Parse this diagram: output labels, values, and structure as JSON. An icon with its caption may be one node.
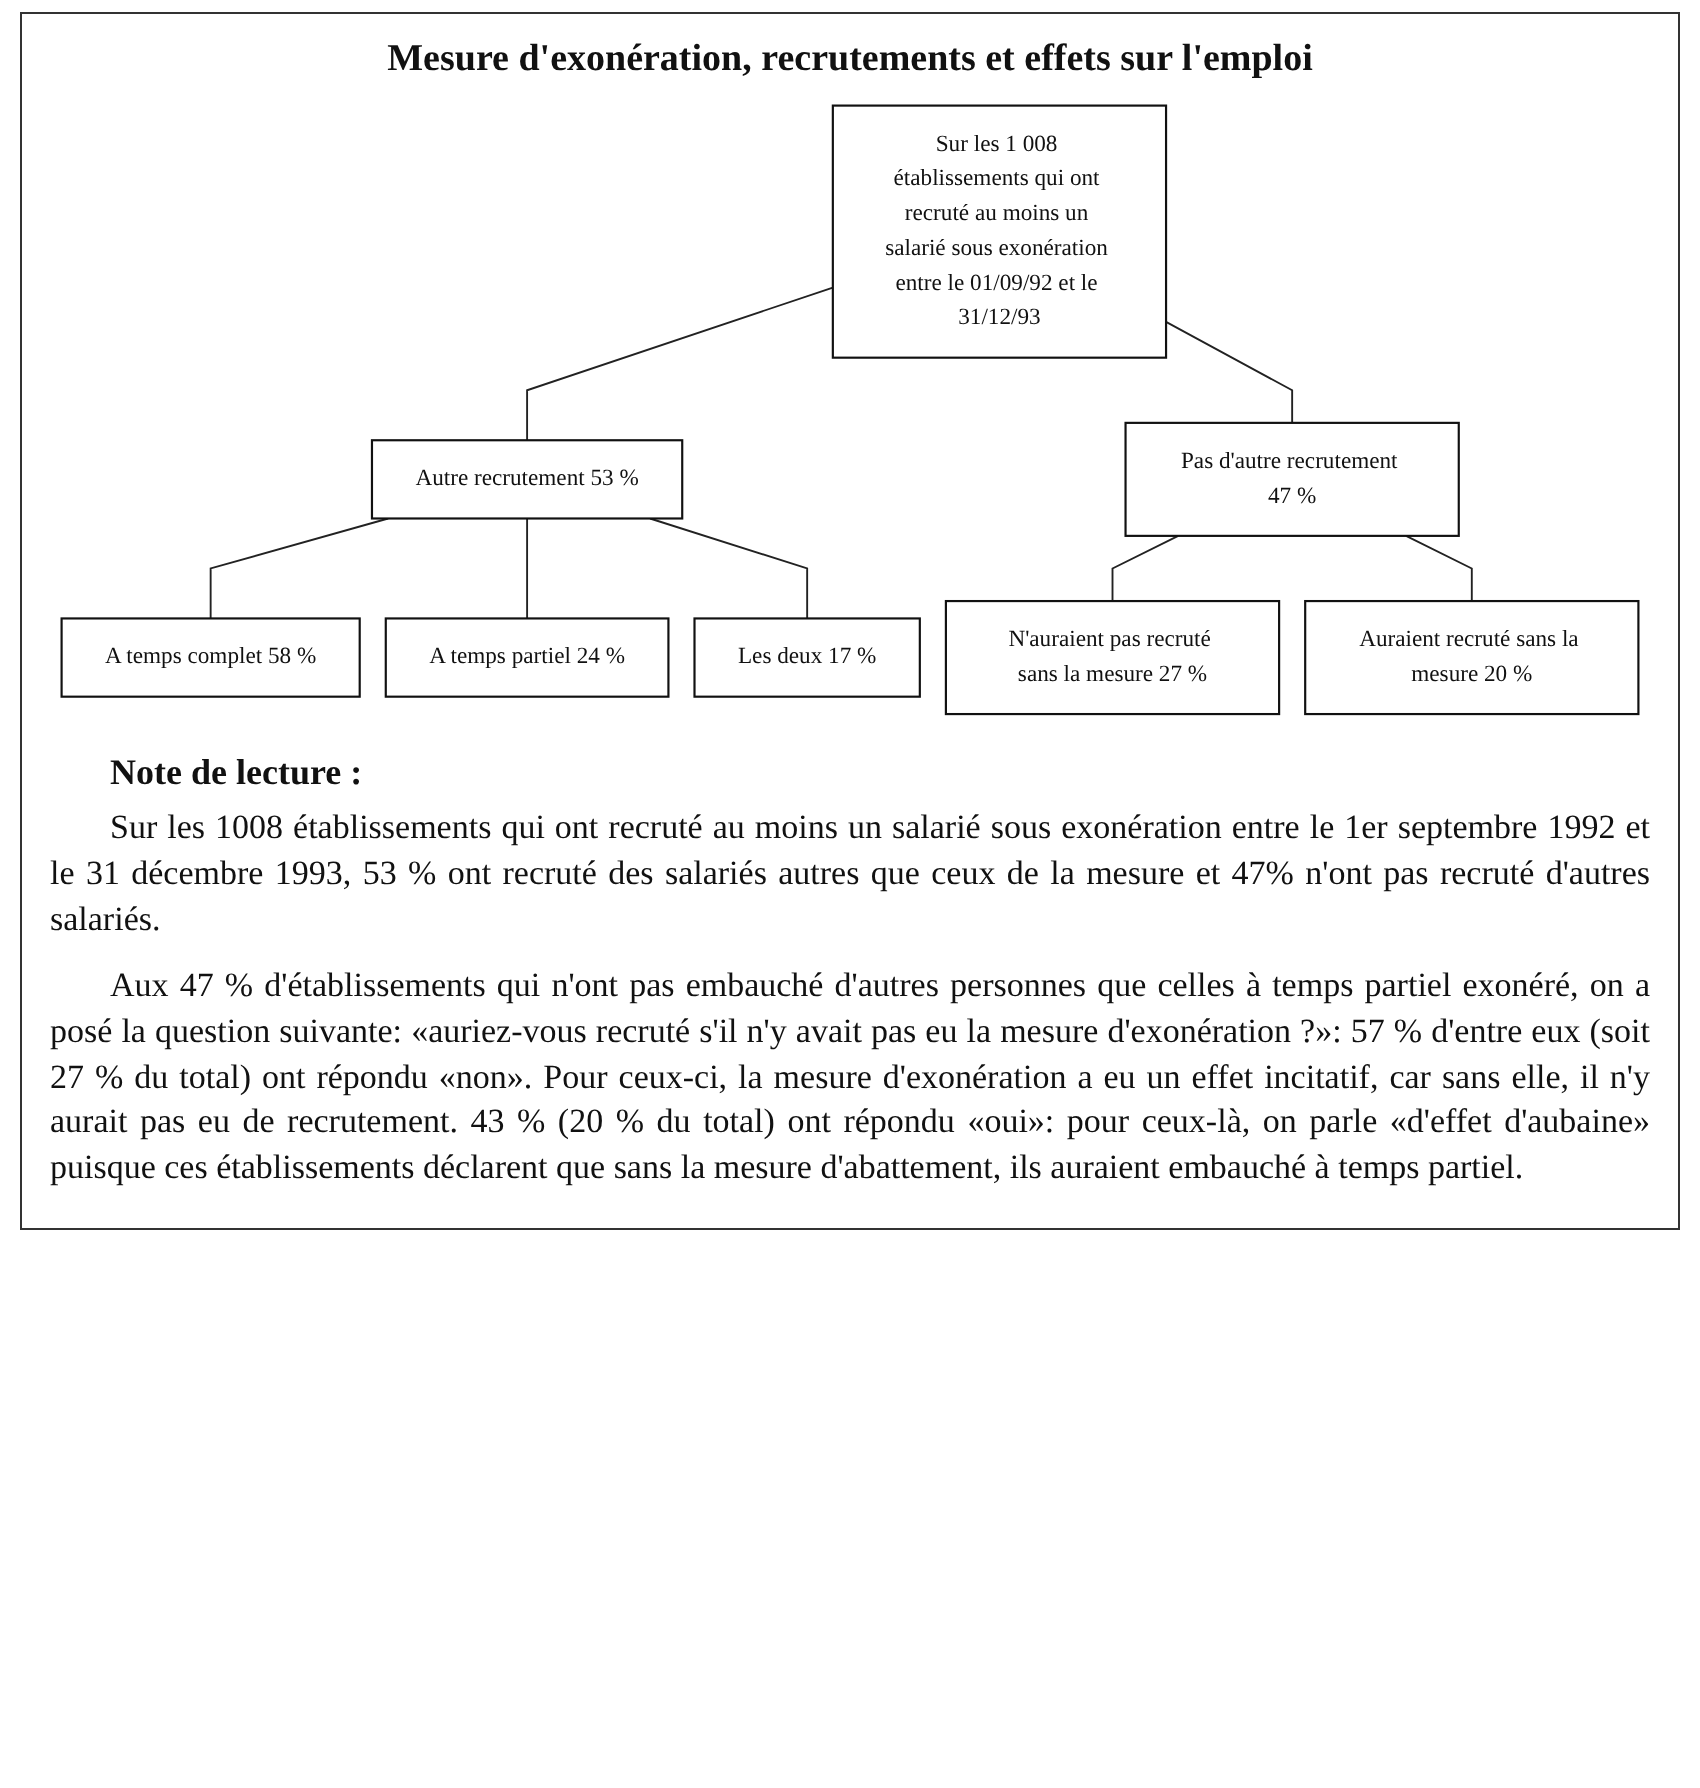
{
  "diagram": {
    "title": "Mesure d'exonération, recrutements et effets sur l'emploi",
    "nodes": [
      {
        "text": [
          "Sur les 1 008 établissements qui ont recruté au moins un salarié sous exonération entre le 01/09/92 et le 31/12/93"
        ]
      },
      {
        "text": [
          "Autre recrutement 53 %"
        ]
      },
      {
        "text": [
          "Pas d'autre recrutement 47 %"
        ]
      },
      {
        "text": [
          "A temps complet 58 %"
        ]
      },
      {
        "text": [
          "A temps partiel 24 %"
        ]
      },
      {
        "text": [
          "Les deux 17 %"
        ]
      },
      {
        "text": [
          "N'auraient pas recruté sans la mesure 27 %"
        ]
      },
      {
        "text": [
          "Auraient recruté sans la mesure 20 %"
        ]
      }
    ],
    "edges": [
      {
        "from": 0,
        "to": 1,
        "arrow": "none"
      },
      {
        "from": 0,
        "to": 2,
        "arrow": "none"
      },
      {
        "from": 1,
        "to": 3,
        "arrow": "none"
      },
      {
        "from": 1,
        "to": 4,
        "arrow": "none"
      },
      {
        "from": 1,
        "to": 5,
        "arrow": "none"
      },
      {
        "from": 2,
        "to": 6,
        "arrow": "none"
      },
      {
        "from": 2,
        "to": 7,
        "arrow": "none"
      }
    ],
    "labels": [
      "Note de lecture :",
      "Sur les 1008 établissements qui ont recruté au moins un salarié sous exonération entre le 1er septembre 1992 et le 31 décembre 1993, 53 % ont recruté des salariés autres que ceux de la mesure et 47% n'ont pas recruté d'autres salariés.",
      "Aux 47 % d'établissements qui n'ont pas embauché d'autres personnes que celles à temps partiel exonéré, on a posé la question suivante: «auriez-vous recruté s'il n'y avait pas eu la mesure d'exonération ?»: 57 % d'entre eux (soit 27 % du total) ont répondu «non». Pour ceux-ci, la mesure d'exonération a eu un effet incitatif, car sans elle, il n'y aurait pas eu de recrutement. 43 % (20 % du total) ont répondu «oui»: pour ceux-là, on parle «d'effet d'aubaine» puisque ces établissements déclarent que sans la mesure d'abattement, ils auraient embauché à temps partiel."
    ]
  }
}
